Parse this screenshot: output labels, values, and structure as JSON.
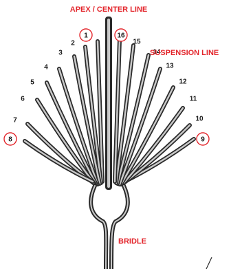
{
  "colors": {
    "accent_red": "#e3262c",
    "line_dark": "#2a2a2a",
    "line_light": "#c9c9c9",
    "background": "#ffffff"
  },
  "labels": {
    "apex": "APEX / CENTER LINE",
    "suspension": "SUSPENSION LINE",
    "bridle": "BRIDLE"
  },
  "lines": [
    {
      "number": "1",
      "circled": true
    },
    {
      "number": "2",
      "circled": false
    },
    {
      "number": "3",
      "circled": false
    },
    {
      "number": "4",
      "circled": false
    },
    {
      "number": "5",
      "circled": false
    },
    {
      "number": "6",
      "circled": false
    },
    {
      "number": "7",
      "circled": false
    },
    {
      "number": "8",
      "circled": true
    },
    {
      "number": "9",
      "circled": true
    },
    {
      "number": "10",
      "circled": false
    },
    {
      "number": "11",
      "circled": false
    },
    {
      "number": "12",
      "circled": false
    },
    {
      "number": "13",
      "circled": false
    },
    {
      "number": "14",
      "circled": false
    },
    {
      "number": "15",
      "circled": false
    },
    {
      "number": "16",
      "circled": true
    }
  ]
}
